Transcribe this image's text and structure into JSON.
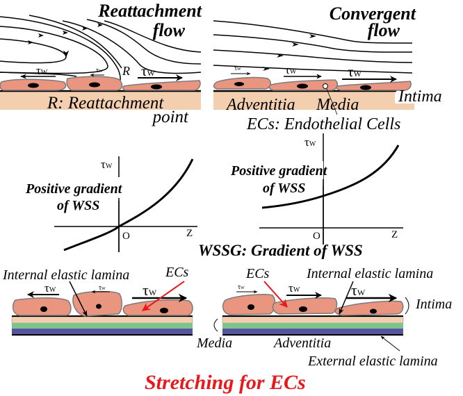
{
  "colors": {
    "cell_fill": "#e99580",
    "cell_stroke": "#7a7a7a",
    "tissue": "#f3cfb0",
    "green_layer": "#7dc48b",
    "blue_layer": "#5654a0",
    "accent_red": "#e8191c",
    "ink": "#000000"
  },
  "top_left": {
    "title_line1": "Reattachment",
    "title_line2": "flow",
    "tau_label": "τ",
    "tau_sub": "W",
    "r_marker": "R",
    "caption_line1": "R: Reattachment",
    "caption_line2": "point"
  },
  "top_right": {
    "title_line1": "Convergent",
    "title_line2": "flow",
    "tau_label": "τ",
    "tau_sub": "W",
    "label_intima": "Intima",
    "label_adventitia": "Adventitia",
    "label_media": "Media",
    "caption": "ECs: Endothelial Cells"
  },
  "graph_left": {
    "y_axis_label": "τ",
    "y_axis_sub": "W",
    "x_axis_label": "Z",
    "origin_label": "O",
    "annotation_line1": "Positive gradient",
    "annotation_line2": "of WSS"
  },
  "graph_right": {
    "y_axis_label": "τ",
    "y_axis_sub": "W",
    "x_axis_label": "Z",
    "origin_label": "O",
    "annotation_line1": "Positive gradient",
    "annotation_line2": "of WSS"
  },
  "wssg_caption": "WSSG: Gradient of  WSS",
  "bottom_left": {
    "label_iel": "Internal elastic lamina",
    "label_ecs": "ECs",
    "tau_label": "τ",
    "tau_sub": "W"
  },
  "bottom_right": {
    "label_ecs": "ECs",
    "label_iel": "Internal elastic lamina",
    "label_intima": "Intima",
    "label_media": "Media",
    "label_adventitia": "Adventitia",
    "label_eel": "External elastic lamina",
    "tau_label": "τ",
    "tau_sub": "W"
  },
  "footer_title": "Stretching for ECs"
}
